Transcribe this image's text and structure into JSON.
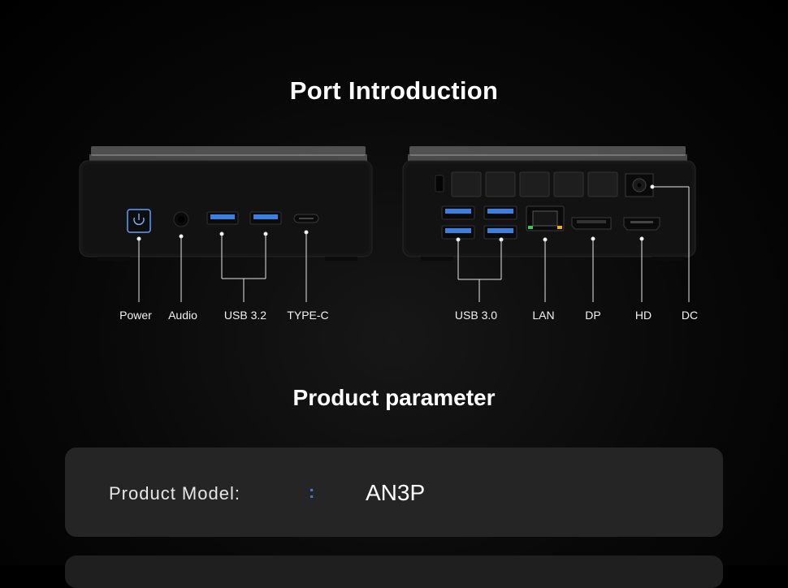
{
  "port_section": {
    "title": "Port Introduction",
    "front_labels": {
      "power": "Power",
      "audio": "Audio",
      "usb32": "USB 3.2",
      "typec": "TYPE-C"
    },
    "rear_labels": {
      "usb30": "USB 3.0",
      "lan": "LAN",
      "dp": "DP",
      "hd": "HD",
      "dc": "DC"
    }
  },
  "param_section": {
    "title": "Product parameter",
    "rows": [
      {
        "label": "Product Model:",
        "separator": ":",
        "value": "AN3P"
      }
    ]
  },
  "colors": {
    "usb_blue": "#3b7fe0",
    "power_led": "#5aa0ff",
    "separator": "#3d7fd6"
  }
}
